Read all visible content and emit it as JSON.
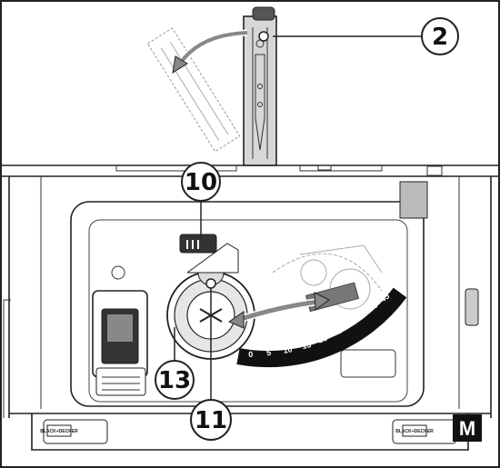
{
  "callouts": [
    {
      "id": "2",
      "label": "2"
    },
    {
      "id": "10",
      "label": "10"
    },
    {
      "id": "11",
      "label": "11"
    },
    {
      "id": "13",
      "label": "13"
    }
  ],
  "bevel_scale": [
    "0",
    "5",
    "10",
    "15",
    "20",
    "25",
    "30",
    "35",
    "40",
    "45"
  ],
  "corner_badge": "M",
  "brand_logo": "BLACK+DECKER"
}
